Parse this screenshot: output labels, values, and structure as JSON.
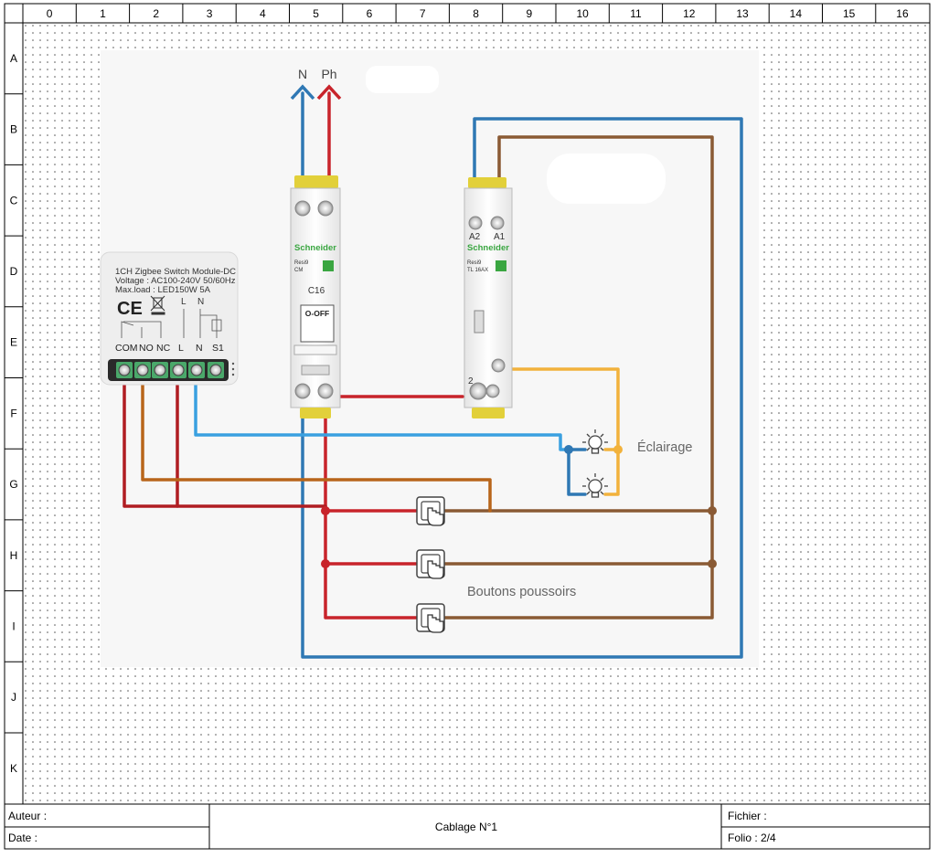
{
  "grid": {
    "columns": [
      "0",
      "1",
      "2",
      "3",
      "4",
      "5",
      "6",
      "7",
      "8",
      "9",
      "10",
      "11",
      "12",
      "13",
      "14",
      "15",
      "16"
    ],
    "rows": [
      "A",
      "B",
      "C",
      "D",
      "E",
      "F",
      "G",
      "H",
      "I",
      "J",
      "K"
    ]
  },
  "diagram": {
    "supply_neutral": "N",
    "supply_phase": "Ph",
    "module": {
      "line1": "1CH Zigbee Switch Module-DC",
      "line2": "Voltage : AC100-240V 50/60Hz",
      "line3": "Max.load : LED150W 5A",
      "ce_mark": "CE",
      "inner_L": "L",
      "inner_N": "N",
      "terminals": [
        "COM",
        "NO",
        "NC",
        "L",
        "N",
        "S1"
      ]
    },
    "breaker": {
      "brand": "Schneider",
      "series": "Resi9",
      "sub": "CM",
      "rating": "C16",
      "state": "O-OFF"
    },
    "relay": {
      "brand": "Schneider",
      "series": "Resi9",
      "model": "TL  16AX",
      "terminal_a2": "A2",
      "terminal_a1": "A1",
      "terminal_2": "2"
    },
    "lighting_label": "Éclairage",
    "buttons_label": "Boutons poussoirs"
  },
  "title_block": {
    "author_label": "Auteur :",
    "date_label": "Date :",
    "title": "Cablage N°1",
    "file_label": "Fichier :",
    "folio_label": "Folio : 2/4"
  },
  "colors": {
    "neutral_wire": "#2f78b4",
    "phase_wire": "#c8242b",
    "return_wire": "#8a5a34",
    "lamp_wire": "#f2b23c",
    "signal_wire": "#3aa0e0",
    "no_wire": "#b8651a"
  },
  "icons": [
    "arrow-up-icon",
    "lamp-icon",
    "push-button-icon",
    "terminal-screw-icon",
    "ce-mark-icon"
  ]
}
